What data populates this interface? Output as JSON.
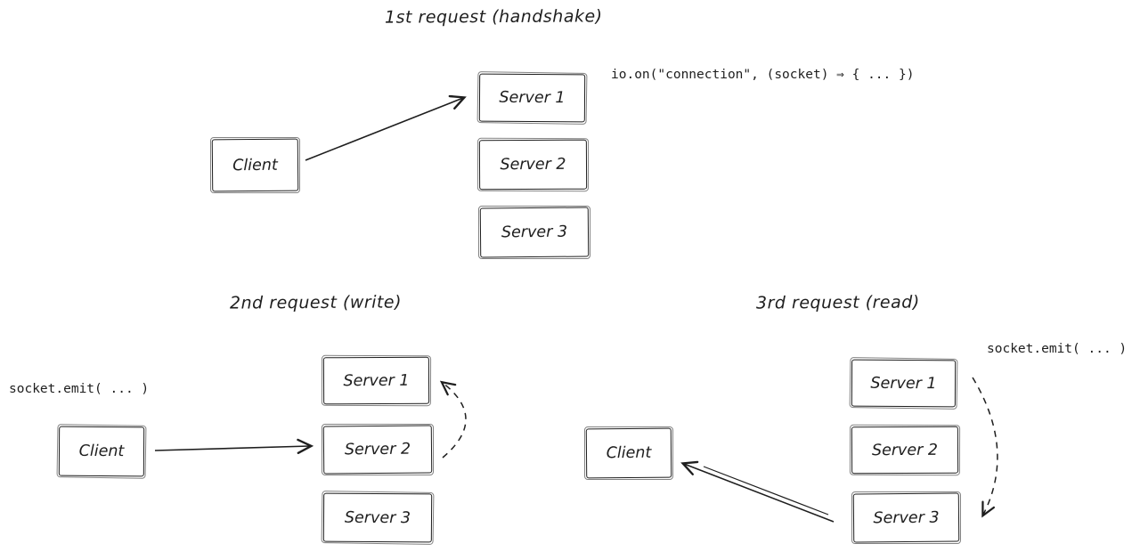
{
  "canvas": {
    "background": "#ffffff",
    "stroke_color": "#1e1e1e"
  },
  "diagrams": [
    {
      "id": "handshake",
      "title": "1st request (handshake)",
      "code": "io.on(\"connection\", (socket) ⇒ { ... })",
      "client_label": "Client",
      "servers": [
        "Server 1",
        "Server 2",
        "Server 3"
      ],
      "arrows": [
        {
          "name": "client-to-server1",
          "style": "solid"
        }
      ]
    },
    {
      "id": "write",
      "title": "2nd request (write)",
      "code": "socket.emit( ... )",
      "client_label": "Client",
      "servers": [
        "Server 1",
        "Server 2",
        "Server 3"
      ],
      "arrows": [
        {
          "name": "client-to-server2",
          "style": "solid"
        },
        {
          "name": "server2-to-server1",
          "style": "dashed"
        }
      ]
    },
    {
      "id": "read",
      "title": "3rd request (read)",
      "code": "socket.emit( ... )",
      "client_label": "Client",
      "servers": [
        "Server 1",
        "Server 2",
        "Server 3"
      ],
      "arrows": [
        {
          "name": "server3-to-client",
          "style": "solid"
        },
        {
          "name": "server1-to-server3",
          "style": "dashed"
        }
      ]
    }
  ]
}
